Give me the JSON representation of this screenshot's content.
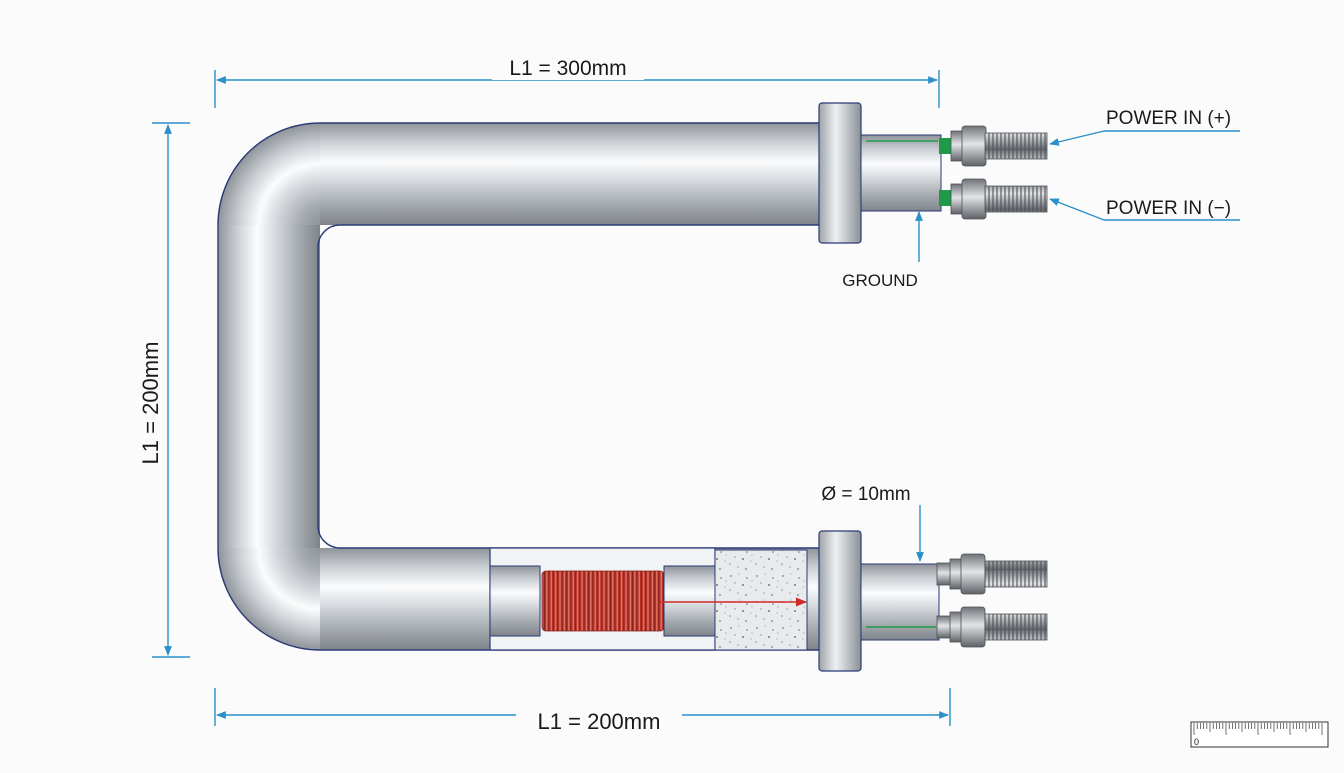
{
  "dimensions": {
    "top_length": "L1 = 300mm",
    "side_length": "L1 = 200mm",
    "bottom_length": "L1 = 200mm",
    "diameter": "Ø = 10mm"
  },
  "callouts": {
    "power_in_positive": "POWER IN (+)",
    "power_in_negative": "POWER IN (−)",
    "ground": "GROUND"
  },
  "scale_bar": {
    "zero_label": "0"
  },
  "colors": {
    "dimension_line": "#2b8fc9",
    "tube_outline": "#2a3a78",
    "heating_coil": "#c0392b",
    "terminal_insulator": "#1f9a4a"
  }
}
